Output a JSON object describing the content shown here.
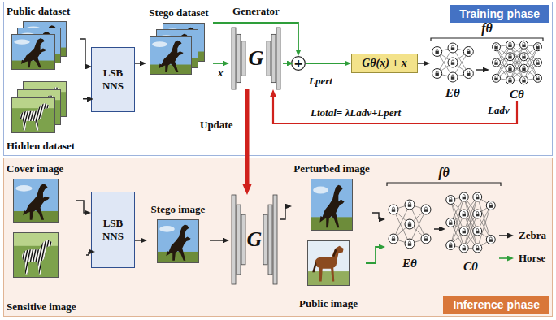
{
  "diagram": {
    "nodes": [
      {
        "text": [
          "Training phase"
        ]
      },
      {
        "text": [
          "Public dataset"
        ],
        "in": 0
      },
      {
        "text": [
          "Hidden dataset"
        ],
        "in": 0
      },
      {
        "text": [
          "LSB NNS"
        ],
        "in": 0
      },
      {
        "text": [
          "Stego dataset"
        ],
        "in": 0
      },
      {
        "text": [
          "Generator",
          "G"
        ],
        "in": 0
      },
      {
        "text": [
          "+"
        ],
        "in": 0
      },
      {
        "text": [
          "Gθ(x) + x"
        ],
        "in": 0
      },
      {
        "text": [
          "fθ"
        ],
        "in": 0
      },
      {
        "text": [
          "Eθ"
        ],
        "in": 8
      },
      {
        "text": [
          "Cθ"
        ],
        "in": 8
      },
      {
        "text": [
          "Inference phase"
        ]
      },
      {
        "text": [
          "Cover image"
        ],
        "in": 11
      },
      {
        "text": [
          "Sensitive image"
        ],
        "in": 11
      },
      {
        "text": [
          "LSB NNS"
        ],
        "in": 11
      },
      {
        "text": [
          "Stego image"
        ],
        "in": 11
      },
      {
        "text": [
          "G"
        ],
        "in": 11
      },
      {
        "text": [
          "Perturbed image"
        ],
        "in": 11
      },
      {
        "text": [
          "Public image"
        ],
        "in": 11
      },
      {
        "text": [
          "fθ"
        ],
        "in": 11
      },
      {
        "text": [
          "Eθ"
        ],
        "in": 19
      },
      {
        "text": [
          "Cθ"
        ],
        "in": 19
      }
    ],
    "edges": [
      {
        "from": 1,
        "to": 3,
        "arrow": "to"
      },
      {
        "from": 2,
        "to": 3,
        "arrow": "to"
      },
      {
        "from": 3,
        "to": 4,
        "arrow": "to"
      },
      {
        "from": 4,
        "to": 5,
        "arrow": "to",
        "label": "x"
      },
      {
        "from": 4,
        "to": 6,
        "arrow": "to"
      },
      {
        "from": 5,
        "to": 6,
        "arrow": "to"
      },
      {
        "from": 6,
        "to": 7,
        "arrow": "to"
      },
      {
        "from": 7,
        "to": 9,
        "arrow": "to"
      },
      {
        "from": 9,
        "to": 10,
        "arrow": "to"
      },
      {
        "from": 10,
        "to": 5,
        "arrow": "to",
        "label": "Ltotal= λLadv+Lpert"
      },
      {
        "from": 5,
        "to": 16,
        "arrow": "to",
        "label": "Update"
      },
      {
        "from": 12,
        "to": 14,
        "arrow": "to"
      },
      {
        "from": 13,
        "to": 14,
        "arrow": "to"
      },
      {
        "from": 14,
        "to": 15,
        "arrow": "to"
      },
      {
        "from": 15,
        "to": 16,
        "arrow": "to"
      },
      {
        "from": 16,
        "to": 17,
        "arrow": "to"
      },
      {
        "from": 17,
        "to": 20,
        "arrow": "to"
      },
      {
        "from": 18,
        "to": 20,
        "arrow": "to"
      },
      {
        "from": 20,
        "to": 21,
        "arrow": "to"
      }
    ],
    "labels": [
      "Lpert",
      "Ladv",
      "Zebra",
      "Horse"
    ]
  }
}
